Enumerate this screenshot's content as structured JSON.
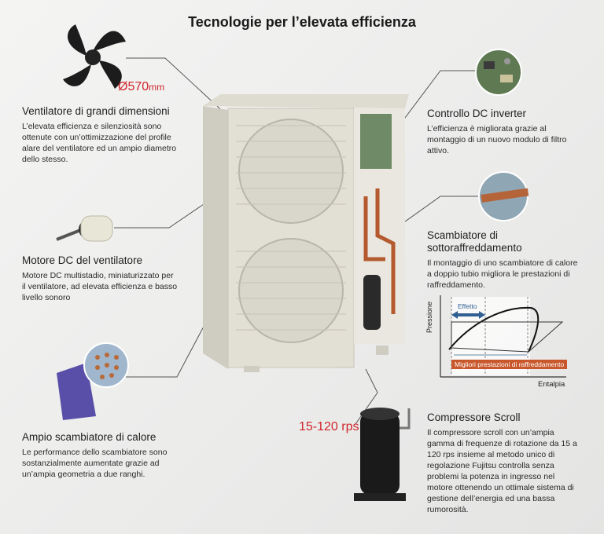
{
  "title": "Tecnologie per l’elevata efficienza",
  "callouts": {
    "fan_diameter": {
      "value": "Ø570",
      "unit": "mm"
    },
    "compressor_speed": "15-120 rps"
  },
  "sections": {
    "fan": {
      "title": "Ventilatore di grandi dimensioni",
      "body": [
        "L’elevata efficienza e silenziosità sono",
        "ottenute con un’ottimizzazione del profile",
        "alare del ventilatore ed un ampio diametro",
        "dello stesso."
      ]
    },
    "motor": {
      "title": "Motore DC del ventilatore",
      "body": [
        "Motore DC multistadio, miniaturizzato per",
        "il ventilatore, ad elevata efficienza e basso",
        "livello sonoro"
      ]
    },
    "heat_exchanger": {
      "title": "Ampio scambiatore di calore",
      "body": [
        "Le performance dello scambiatore sono",
        "sostanzialmente aumentate grazie ad",
        "un’ampia geometria a due ranghi."
      ]
    },
    "inverter": {
      "title": "Controllo DC inverter",
      "body": [
        "L’efficienza è migliorata grazie al",
        "montaggio di un nuovo modulo di filtro",
        "attivo."
      ]
    },
    "subcooling": {
      "title": [
        "Scambiatore di",
        "sottoraffreddamento"
      ],
      "body": [
        "Il montaggio di uno scambiatore di calore",
        "a doppio tubio migliora le prestazioni di",
        "raffreddamento."
      ]
    },
    "compressor": {
      "title": "Compressore Scroll",
      "body": [
        "Il compressore scroll con un’ampia",
        "gamma di frequenze di rotazione da 15 a",
        "120 rps insieme al metodo unico di",
        "regolazione Fujitsu controlla senza",
        "problemi la potenza in ingresso nel",
        "motore ottenendo un ottimale sistema di",
        "gestione dell’energia ed una bassa",
        "rumorosità."
      ]
    }
  },
  "diagram": {
    "ylabel": "Pressione",
    "xlabel": "Entalpia",
    "effect_label": "Effetto",
    "banner": "Migliori prestazioni di raffreddamento"
  },
  "colors": {
    "accent_red": "#d0262c",
    "banner": "#c9572c",
    "arrow_blue": "#2f5f93"
  }
}
